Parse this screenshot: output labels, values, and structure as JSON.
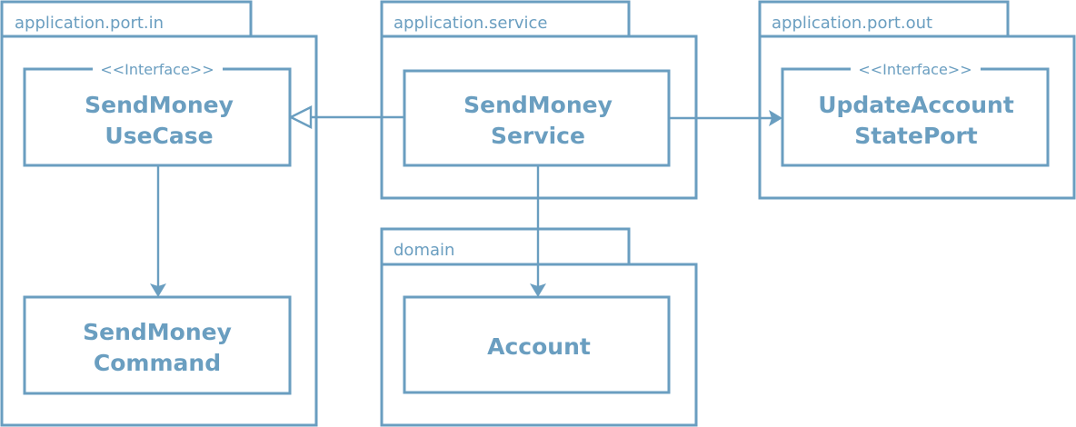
{
  "colors": {
    "line": "#6a9ec0",
    "background": "#ffffff"
  },
  "packages": {
    "port_in": {
      "label": "application.port.in"
    },
    "service": {
      "label": "application.service"
    },
    "port_out": {
      "label": "application.port.out"
    },
    "domain": {
      "label": "domain"
    }
  },
  "classes": {
    "send_money_use_case": {
      "stereotype": "<<Interface>>",
      "line1": "SendMoney",
      "line2": "UseCase"
    },
    "send_money_command": {
      "line1": "SendMoney",
      "line2": "Command"
    },
    "send_money_service": {
      "line1": "SendMoney",
      "line2": "Service"
    },
    "update_account_state_port": {
      "stereotype": "<<Interface>>",
      "line1": "UpdateAccount",
      "line2": "StatePort"
    },
    "account": {
      "line1": "Account"
    }
  },
  "relations": [
    {
      "from": "SendMoneyService",
      "to": "SendMoneyUseCase",
      "kind": "realization"
    },
    {
      "from": "SendMoneyService",
      "to": "UpdateAccountStatePort",
      "kind": "dependency"
    },
    {
      "from": "SendMoneyService",
      "to": "Account",
      "kind": "dependency"
    },
    {
      "from": "SendMoneyUseCase",
      "to": "SendMoneyCommand",
      "kind": "dependency"
    }
  ]
}
